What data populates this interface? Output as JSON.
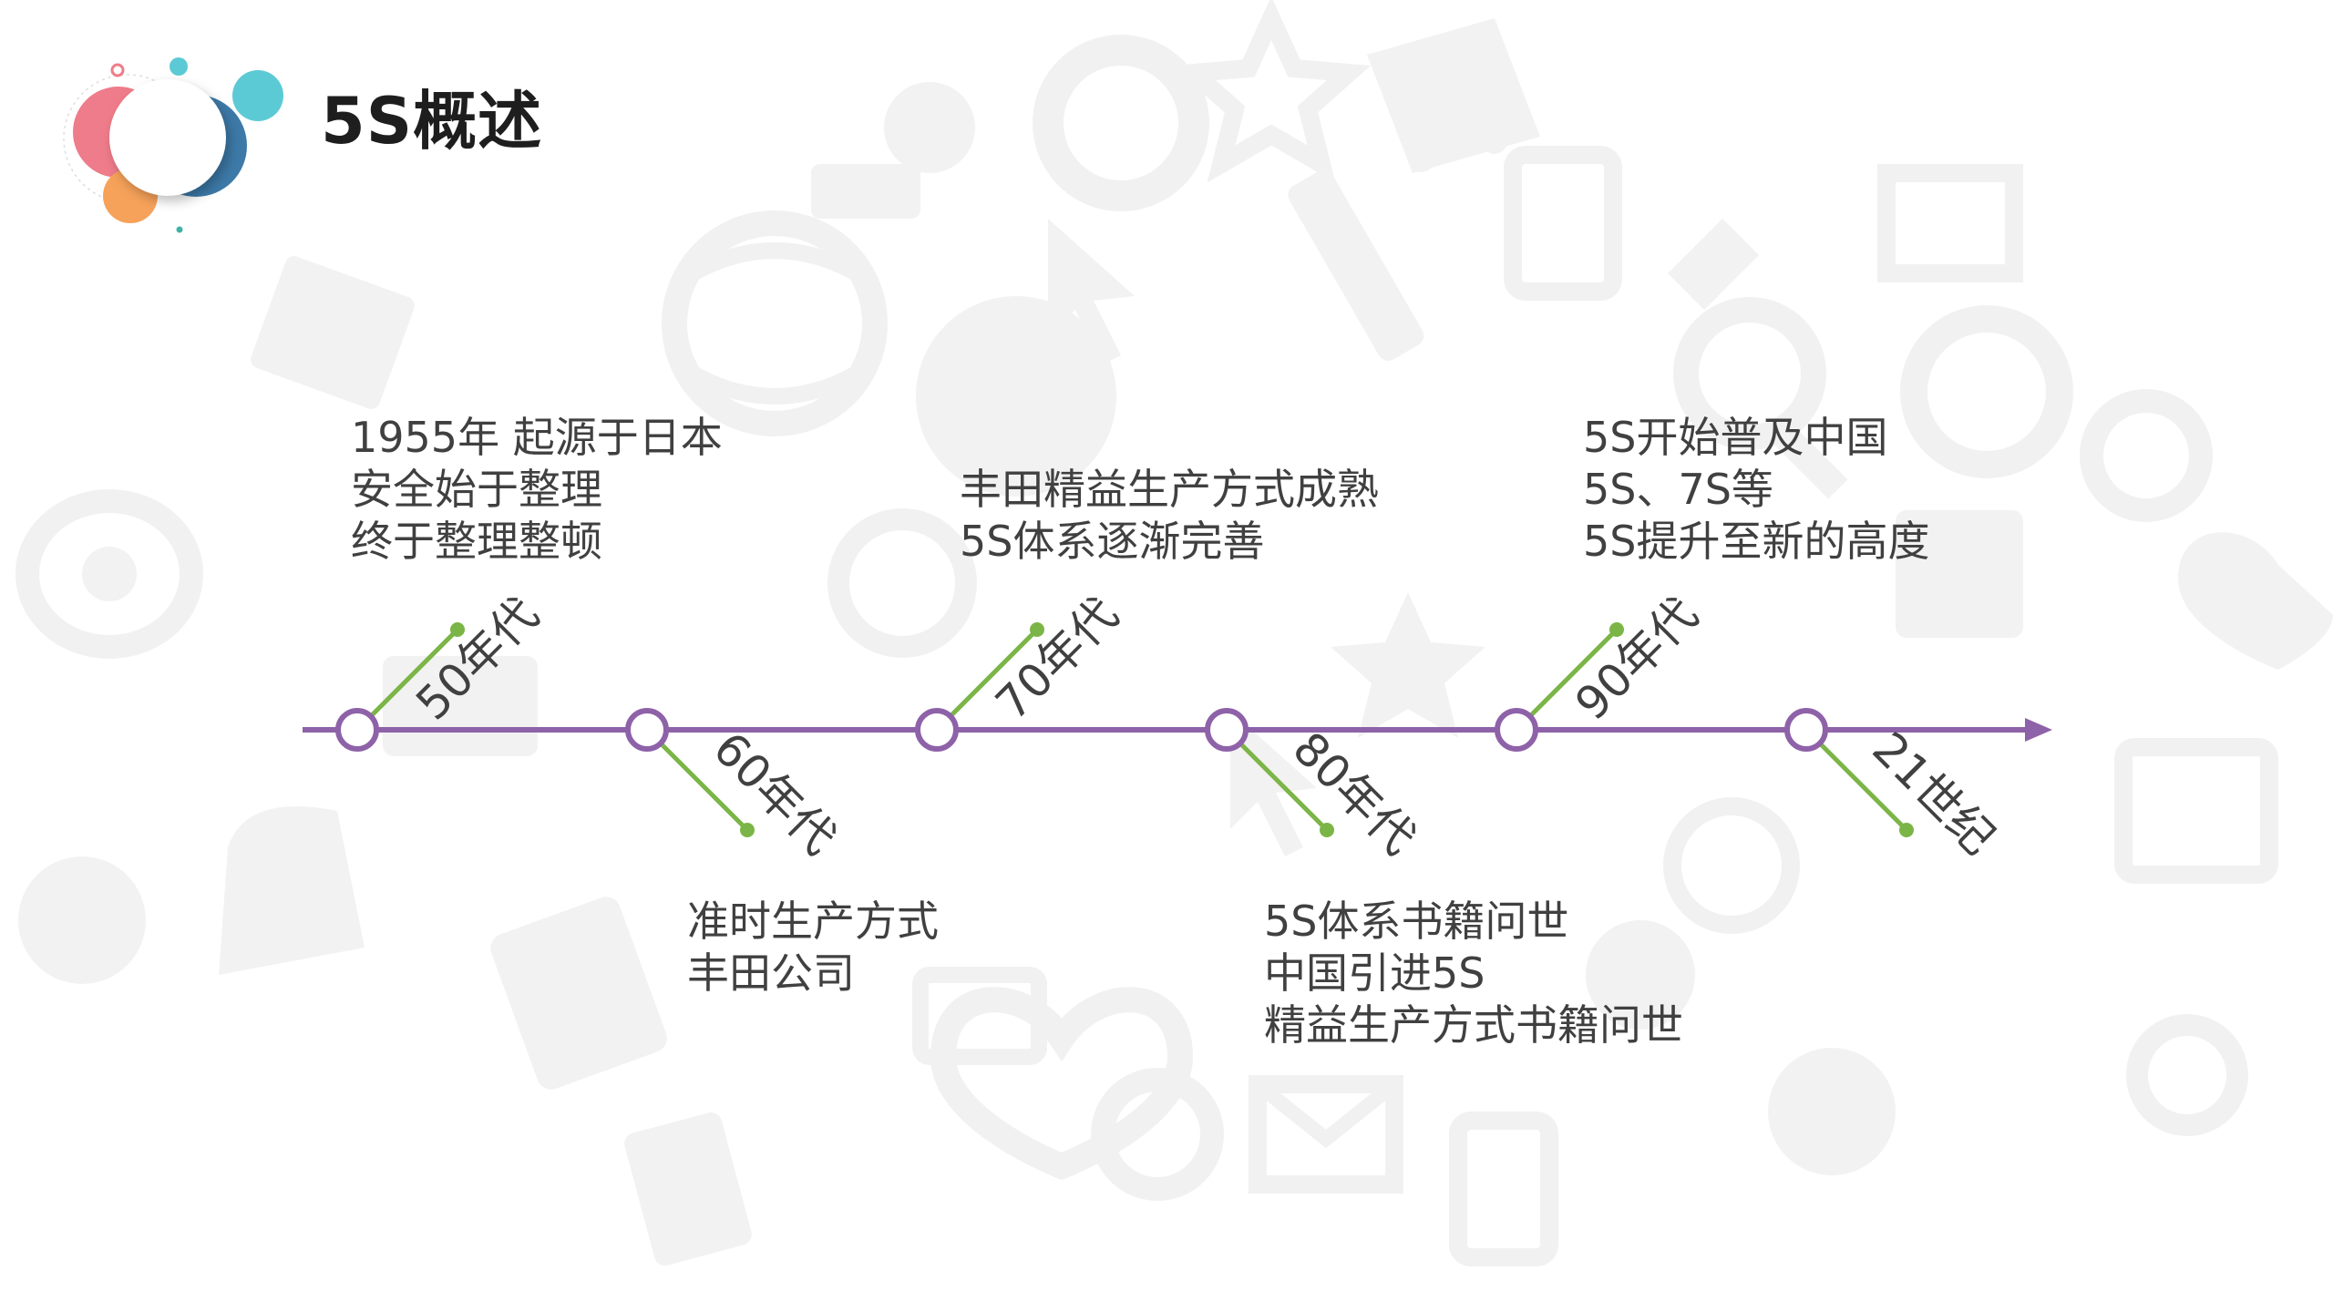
{
  "title": "5S概述",
  "colors": {
    "line": "#8e62a8",
    "accent_green": "#7bb547",
    "node_fill": "#ffffff",
    "text": "#404040",
    "title": "#1e1e1e",
    "watermark": "#f1f1f1",
    "logo_pink": "#ef7c8a",
    "logo_blue": "#3d7aa8",
    "logo_orange": "#f6a25a",
    "logo_cyan": "#5ccad5"
  },
  "timeline": {
    "nodes": [
      {
        "label": "50年代",
        "side": "up"
      },
      {
        "label": "60年代",
        "side": "down"
      },
      {
        "label": "70年代",
        "side": "up"
      },
      {
        "label": "80年代",
        "side": "down"
      },
      {
        "label": "90年代",
        "side": "up"
      },
      {
        "label": "21世纪",
        "side": "down"
      }
    ]
  },
  "descriptions": {
    "d1": [
      "1955年  起源于日本",
      "安全始于整理",
      "终于整理整顿"
    ],
    "d2": [
      "准时生产方式",
      "丰田公司"
    ],
    "d3": [
      "丰田精益生产方式成熟",
      "5S体系逐渐完善"
    ],
    "d4": [
      "5S体系书籍问世",
      "中国引进5S",
      "精益生产方式书籍问世"
    ],
    "d5": [
      "5S开始普及中国",
      "5S、7S等",
      "5S提升至新的高度"
    ]
  },
  "watermark_icons": [
    "eye-icon",
    "cart-icon",
    "globe-icon",
    "question-icon",
    "heart-icon",
    "mail-icon",
    "search-icon",
    "trophy-icon",
    "gear-icon",
    "phone-icon",
    "calculator-icon",
    "star-icon",
    "refresh-icon",
    "download-icon",
    "pencil-icon",
    "cursor-icon",
    "bag-icon",
    "ticket-icon"
  ]
}
